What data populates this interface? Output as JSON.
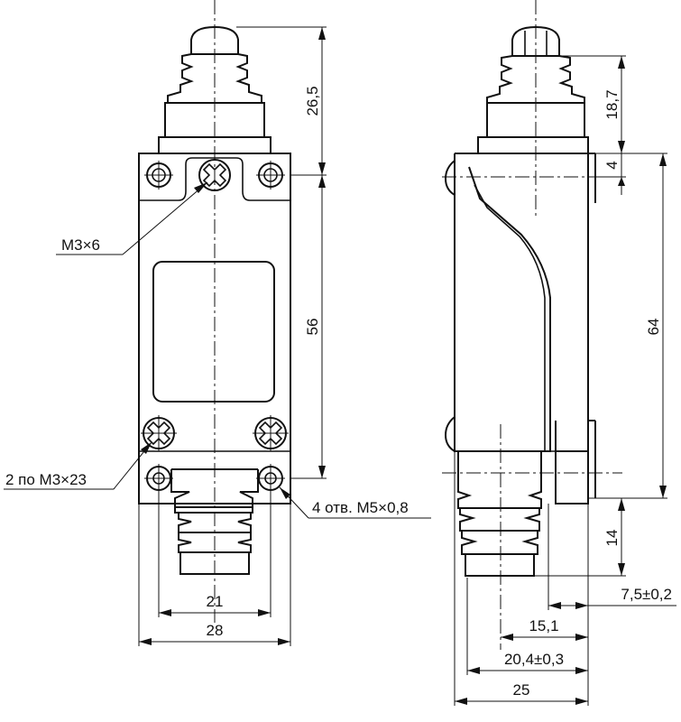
{
  "front_view": {
    "dim_height_plunger": "26,5",
    "dim_height_body": "56",
    "dim_width_holes": "21",
    "dim_width_body": "28",
    "callout_top_screw": "M3×6",
    "callout_cover_screws": "2 по M3×23",
    "callout_mount_holes": "4 отв. M5×0,8"
  },
  "side_view": {
    "dim_height_plunger": "18,7",
    "dim_offset_small": "4",
    "dim_height_body": "64",
    "dim_height_gland": "14",
    "dim_depth_foot": "7,5±0,2",
    "dim_depth_axis": "15,1",
    "dim_depth_gland": "20,4±0,3",
    "dim_depth_total": "25"
  }
}
